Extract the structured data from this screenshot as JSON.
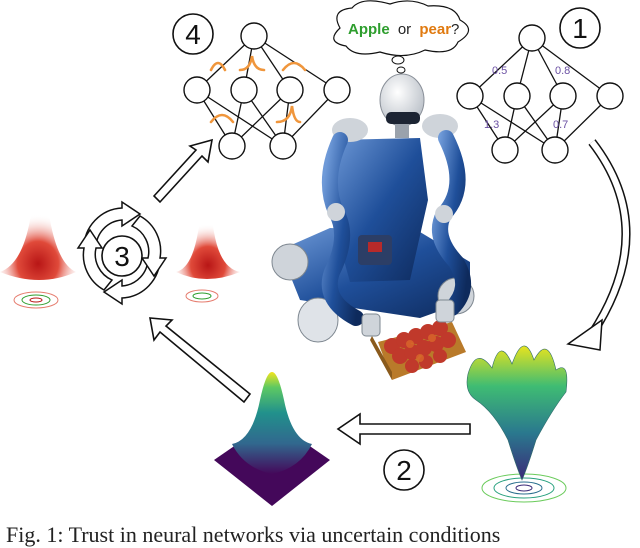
{
  "steps": {
    "one": "1",
    "two": "2",
    "three": "3",
    "four": "4"
  },
  "thought": {
    "apple": "Apple",
    "or": "or",
    "pear": "pear",
    "question": "?"
  },
  "weights": {
    "w1": "0.5",
    "w2": "0.8",
    "w3": "1.3",
    "w4": "0.7"
  },
  "caption": "Fig. 1: Trust in neural networks via uncertain conditions",
  "colors": {
    "apple": "#2e9e2e",
    "pear": "#e07a10",
    "orange_dist": "#f0963c",
    "weight_text": "#6a4fa3",
    "robot_blue": "#1f4f9a",
    "gauss_red": "#c8201e",
    "viridis_peak": "#f3e51e",
    "viridis_base": "#3b2a78"
  },
  "icons": [
    "neural-network-icon",
    "thought-bubble-icon",
    "robot-icon",
    "apple-crate-icon",
    "gaussian-surface-icon",
    "cycle-arrows-icon"
  ]
}
